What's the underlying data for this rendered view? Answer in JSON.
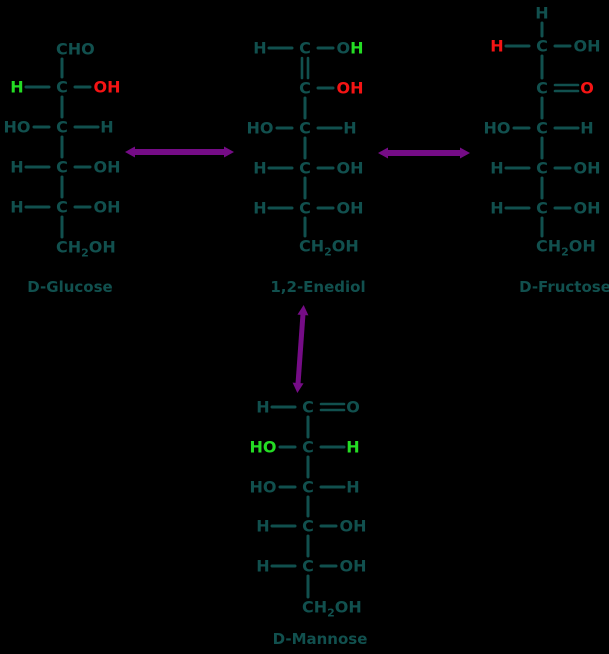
{
  "palette": {
    "teal": "#11504e",
    "red": "#f51414",
    "green": "#24dd24",
    "purple": "#750c86",
    "background": "#000000"
  },
  "structures": [
    {
      "id": "glucose",
      "label": "D-Glucose",
      "rows": [
        {
          "center": "CHO",
          "anchor": "start",
          "bond_below": "single"
        },
        {
          "center": "C",
          "left": {
            "text": "H",
            "color": "green"
          },
          "right": {
            "text": "OH",
            "color": "red"
          },
          "bond_below": "single"
        },
        {
          "center": "C",
          "left": {
            "text": "HO"
          },
          "right": {
            "text": "H"
          },
          "bond_below": "single"
        },
        {
          "center": "C",
          "left": {
            "text": "H"
          },
          "right": {
            "text": "OH"
          },
          "bond_below": "single"
        },
        {
          "center": "C",
          "left": {
            "text": "H"
          },
          "right": {
            "text": "OH"
          },
          "bond_below": "single"
        },
        {
          "center_parts": [
            "CH",
            "2",
            "OH"
          ],
          "anchor": "start"
        }
      ]
    },
    {
      "id": "enediol",
      "label": "1,2-Enediol",
      "rows": [
        {
          "center": "C",
          "left": {
            "text": "H"
          },
          "right": {
            "parts": [
              {
                "text": "O",
                "color": "teal"
              },
              {
                "text": "H",
                "color": "green"
              }
            ]
          },
          "bond_below": "double"
        },
        {
          "center": "C",
          "right": {
            "text": "OH",
            "color": "red"
          },
          "bond_below": "single"
        },
        {
          "center": "C",
          "left": {
            "text": "HO"
          },
          "right": {
            "text": "H"
          },
          "bond_below": "single"
        },
        {
          "center": "C",
          "left": {
            "text": "H"
          },
          "right": {
            "text": "OH"
          },
          "bond_below": "single"
        },
        {
          "center": "C",
          "left": {
            "text": "H"
          },
          "right": {
            "text": "OH"
          },
          "bond_below": "single"
        },
        {
          "center_parts": [
            "CH",
            "2",
            "OH"
          ],
          "anchor": "start"
        }
      ]
    },
    {
      "id": "fructose",
      "label": "D-Fructose",
      "rows": [
        {
          "center": "H",
          "bond_below": "single"
        },
        {
          "center": "C",
          "left": {
            "text": "H",
            "color": "red"
          },
          "right": {
            "text": "OH"
          },
          "bond_below": "single"
        },
        {
          "center": "C",
          "right": {
            "text": "O",
            "color": "red"
          },
          "right_bond": "double",
          "bond_below": "single"
        },
        {
          "center": "C",
          "left": {
            "text": "HO"
          },
          "right": {
            "text": "H"
          },
          "bond_below": "single"
        },
        {
          "center": "C",
          "left": {
            "text": "H"
          },
          "right": {
            "text": "OH"
          },
          "bond_below": "single"
        },
        {
          "center": "C",
          "left": {
            "text": "H"
          },
          "right": {
            "text": "OH"
          },
          "bond_below": "single"
        },
        {
          "center_parts": [
            "CH",
            "2",
            "OH"
          ],
          "anchor": "start"
        }
      ]
    },
    {
      "id": "mannose",
      "label": "D-Mannose",
      "rows": [
        {
          "center": "C",
          "left": {
            "text": "H"
          },
          "right": {
            "text": "O"
          },
          "right_bond": "double",
          "bond_below": "single"
        },
        {
          "center": "C",
          "left": {
            "text": "HO",
            "color": "green"
          },
          "right": {
            "text": "H",
            "color": "green"
          },
          "bond_below": "single"
        },
        {
          "center": "C",
          "left": {
            "text": "HO"
          },
          "right": {
            "text": "H"
          },
          "bond_below": "single"
        },
        {
          "center": "C",
          "left": {
            "text": "H"
          },
          "right": {
            "text": "OH"
          },
          "bond_below": "single"
        },
        {
          "center": "C",
          "left": {
            "text": "H"
          },
          "right": {
            "text": "OH"
          },
          "bond_below": "single"
        },
        {
          "center_parts": [
            "CH",
            "2",
            "OH"
          ],
          "anchor": "start"
        }
      ]
    }
  ],
  "arrows": [
    {
      "id": "glucose-enediol-equilibrium",
      "type": "double-headed"
    },
    {
      "id": "enediol-fructose-equilibrium",
      "type": "double-headed"
    },
    {
      "id": "enediol-mannose-equilibrium",
      "type": "double-headed"
    }
  ]
}
